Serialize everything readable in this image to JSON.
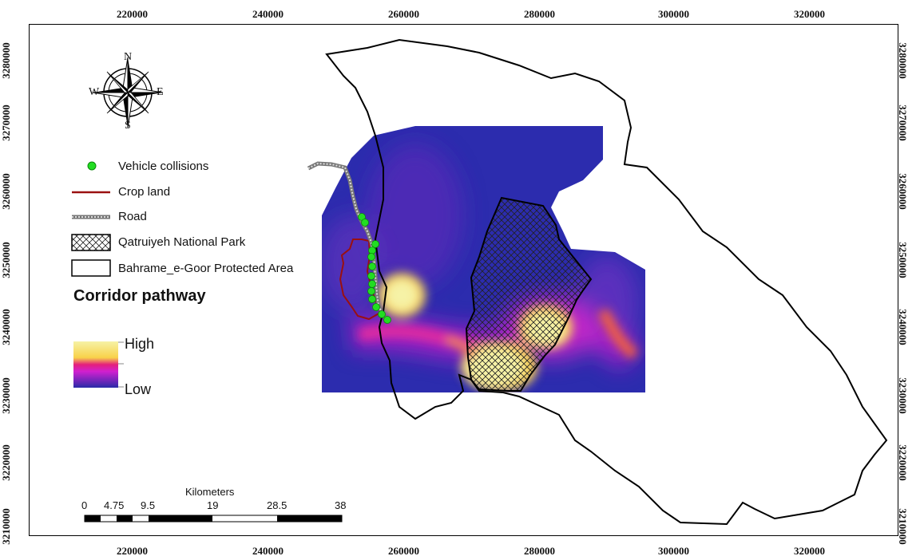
{
  "x_ticks": [
    "220000",
    "240000",
    "260000",
    "280000",
    "300000",
    "320000"
  ],
  "y_ticks": [
    "3280000",
    "3270000",
    "3260000",
    "3250000",
    "3240000",
    "3230000",
    "3220000",
    "3210000"
  ],
  "compass": {
    "n": "N",
    "s": "S",
    "e": "E",
    "w": "W"
  },
  "legend": {
    "vehicle_collisions": "Vehicle collisions",
    "crop_land": "Crop land",
    "road": "Road",
    "national_park": "Qatruiyeh National Park",
    "protected_area": "Bahrame_e-Goor Protected Area",
    "corridor_title": "Corridor pathway",
    "high": "High",
    "low": "Low"
  },
  "scale_bar": {
    "unit": "Kilometers",
    "labels": [
      "0",
      "4.75",
      "9.5",
      "19",
      "28.5",
      "38"
    ]
  },
  "colors": {
    "collision": "#22dd22",
    "crop": "#9a1010",
    "road": "#999999",
    "corridor_low": "#2a2aa8",
    "corridor_mid": "#d020d0",
    "corridor_high": "#f4f0a0"
  }
}
